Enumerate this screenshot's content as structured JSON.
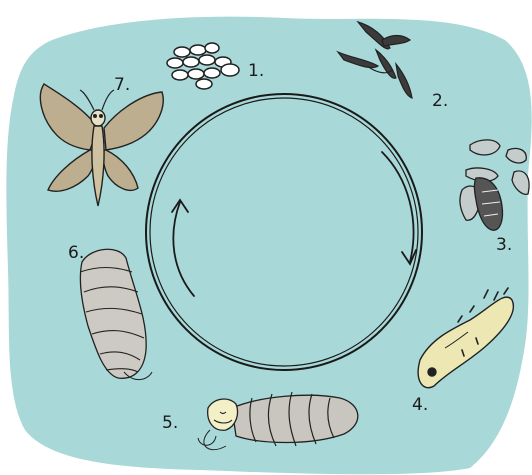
{
  "diagram": {
    "background_color": "#a8d8d8",
    "stages": [
      {
        "label": "1.",
        "name": "eggs"
      },
      {
        "label": "2.",
        "name": "young larvae"
      },
      {
        "label": "3.",
        "name": "molting larva"
      },
      {
        "label": "4.",
        "name": "grown larva"
      },
      {
        "label": "5.",
        "name": "larva spinning cocoon"
      },
      {
        "label": "6.",
        "name": "cocoon"
      },
      {
        "label": "7.",
        "name": "moth"
      }
    ]
  }
}
